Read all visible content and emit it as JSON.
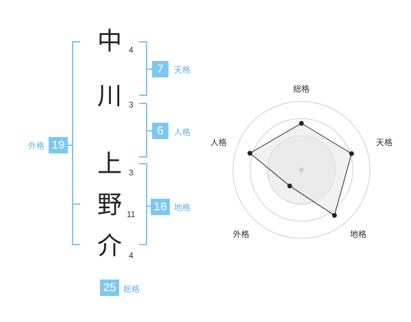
{
  "name": {
    "characters": [
      {
        "char": "中",
        "strokes": "4"
      },
      {
        "char": "川",
        "strokes": "3"
      },
      {
        "char": "上",
        "strokes": "3"
      },
      {
        "char": "野",
        "strokes": "11"
      },
      {
        "char": "介",
        "strokes": "4"
      }
    ]
  },
  "fortunes": {
    "tenkaku": {
      "label": "天格",
      "value": "7"
    },
    "jinkaku": {
      "label": "人格",
      "value": "6"
    },
    "chikaku": {
      "label": "地格",
      "value": "18"
    },
    "gaikaku": {
      "label": "外格",
      "value": "19"
    },
    "soukaku": {
      "label": "総格",
      "value": "25"
    }
  },
  "radar": {
    "axes": [
      "総格",
      "天格",
      "地格",
      "外格",
      "人格"
    ],
    "levels": 4,
    "scores": [
      0.68,
      0.77,
      0.82,
      0.29,
      0.79
    ]
  },
  "colors": {
    "accent": "#7ec8f0",
    "accent_text": "#5fb4e6",
    "radar_fill": "#f0f0f0",
    "radar_grid": "#cccccc",
    "radar_line": "#222222"
  }
}
